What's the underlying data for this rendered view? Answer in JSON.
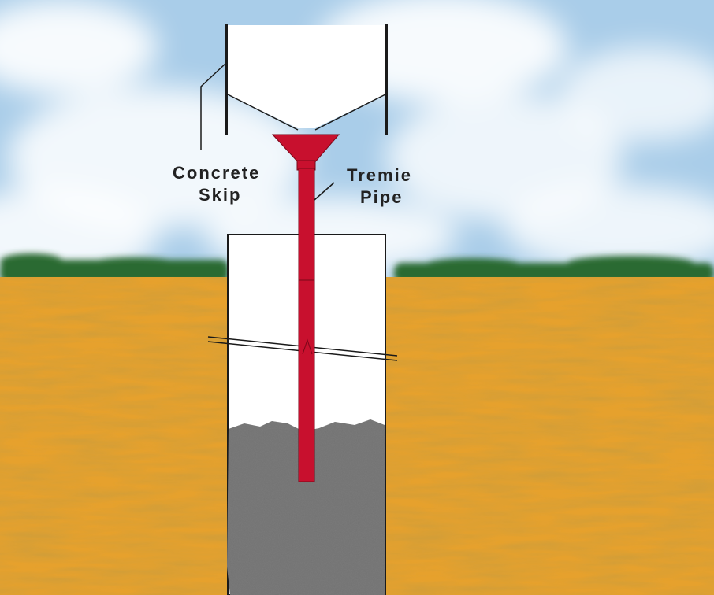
{
  "labels": {
    "concrete_skip_line1": "Concrete",
    "concrete_skip_line2": "Skip",
    "tremie_pipe_line1": "Tremie",
    "tremie_pipe_line2": "Pipe"
  },
  "colors": {
    "sky": "#bcd8ee",
    "cloud": "#ffffff",
    "ground": "#e8a22c",
    "ground_dark": "#c98718",
    "trees": "#2f6a34",
    "pipe": "#c8102e",
    "concrete": "#7d7d7d",
    "outline": "#1a1a1a"
  }
}
